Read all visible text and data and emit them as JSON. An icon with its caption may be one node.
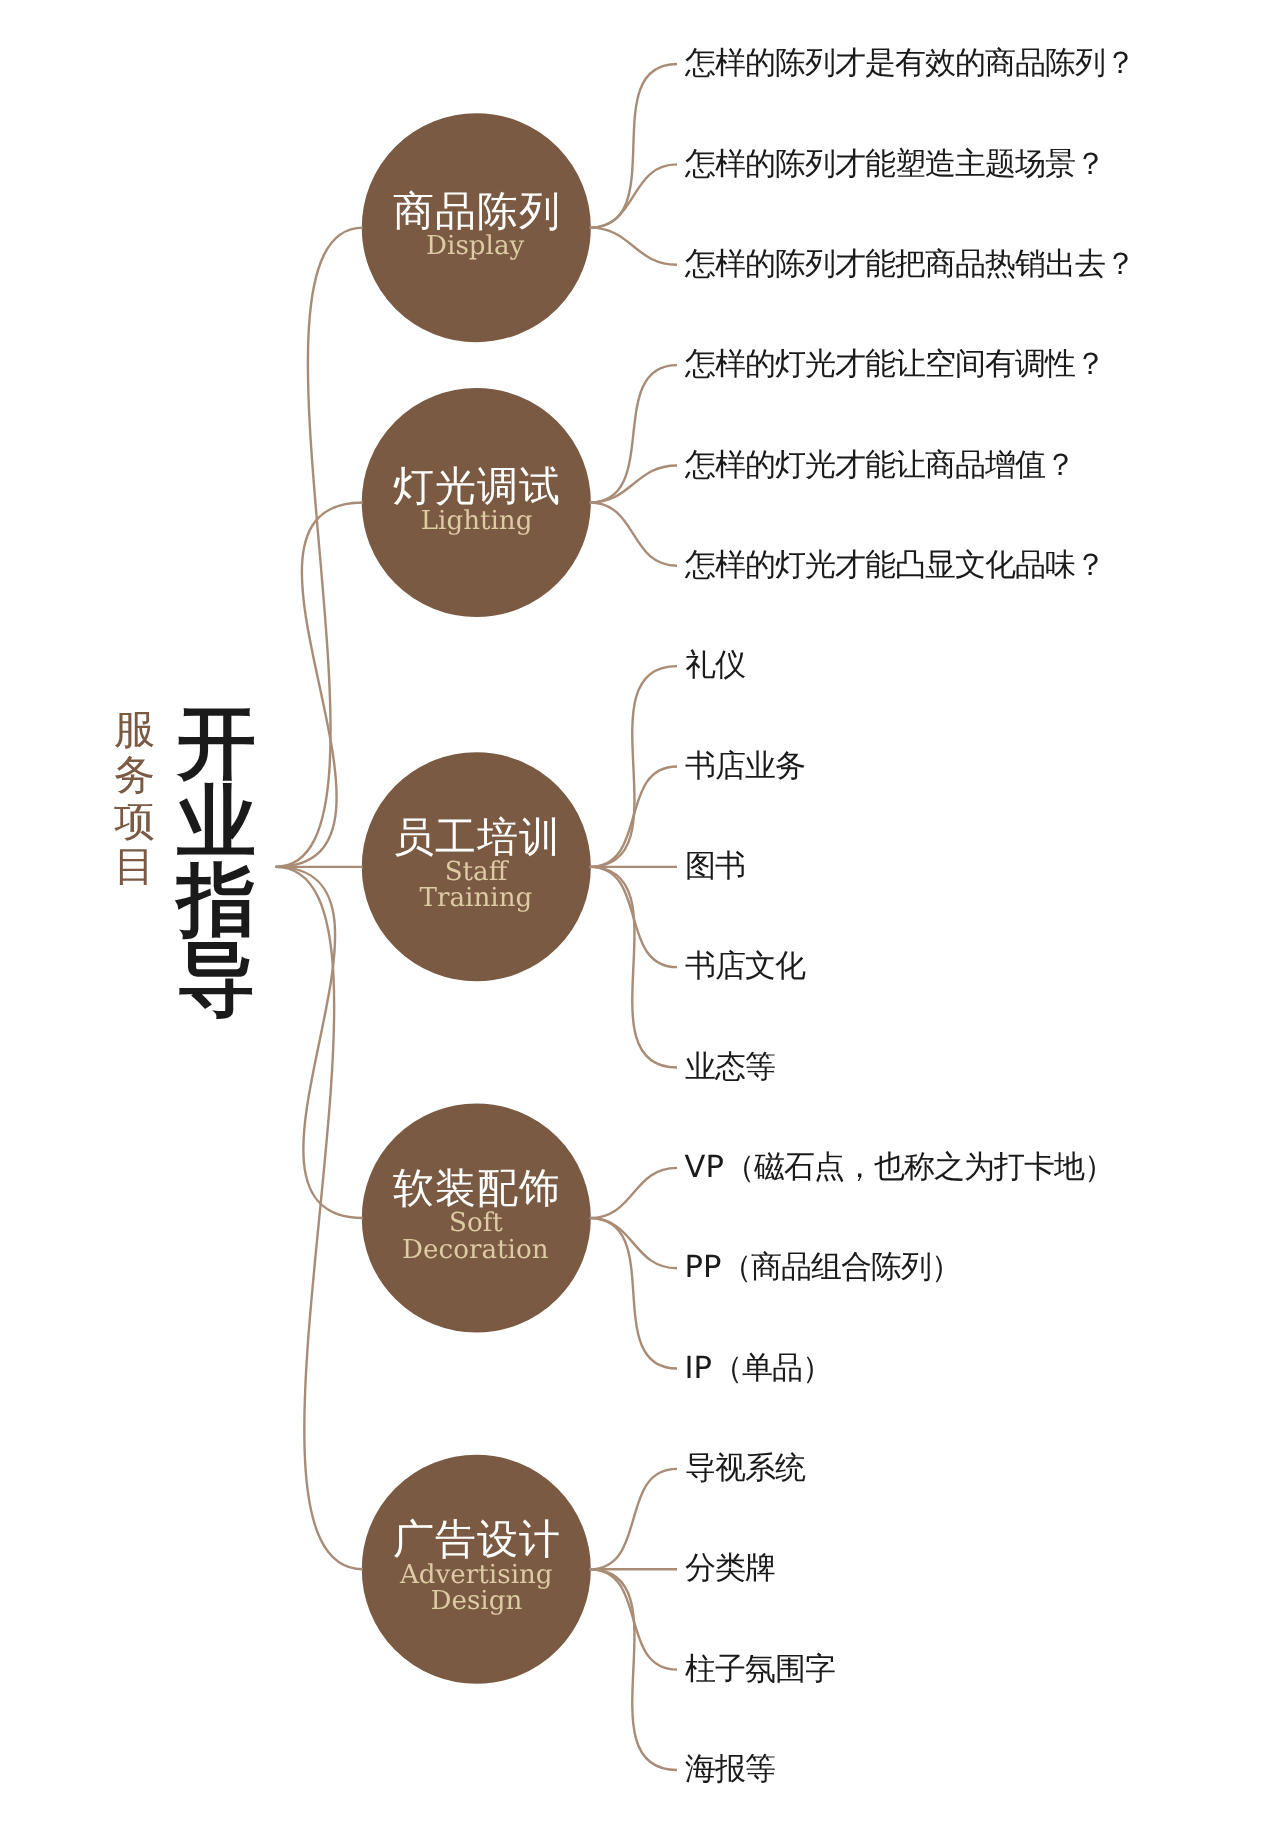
{
  "diagram": {
    "nodes": [
      {
        "text": [
          "开业指导"
        ],
        "beside": [
          "服务项目"
        ]
      },
      {
        "text": [
          "商品陈列",
          "Display"
        ]
      },
      {
        "text": [
          "怎样的陈列才是有效的商品陈列？"
        ]
      },
      {
        "text": [
          "怎样的陈列才能塑造主题场景？"
        ]
      },
      {
        "text": [
          "怎样的陈列才能把商品热销出去？"
        ]
      },
      {
        "text": [
          "灯光调试",
          "Lighting"
        ]
      },
      {
        "text": [
          "怎样的灯光才能让空间有调性？"
        ]
      },
      {
        "text": [
          "怎样的灯光才能让商品增值？"
        ]
      },
      {
        "text": [
          "怎样的灯光才能凸显文化品味？"
        ]
      },
      {
        "text": [
          "员工培训",
          "Staff Training"
        ]
      },
      {
        "text": [
          "礼仪"
        ]
      },
      {
        "text": [
          "书店业务"
        ]
      },
      {
        "text": [
          "图书"
        ]
      },
      {
        "text": [
          "书店文化"
        ]
      },
      {
        "text": [
          "业态等"
        ]
      },
      {
        "text": [
          "软装配饰",
          "Soft Decoration"
        ]
      },
      {
        "text": [
          "VP（磁石点，也称之为打卡地）"
        ]
      },
      {
        "text": [
          "PP（商品组合陈列）"
        ]
      },
      {
        "text": [
          "IP（单品）"
        ]
      },
      {
        "text": [
          "广告设计",
          "Advertising Design"
        ]
      },
      {
        "text": [
          "导视系统"
        ]
      },
      {
        "text": [
          "分类牌"
        ]
      },
      {
        "text": [
          "柱子氛围字"
        ]
      },
      {
        "text": [
          "海报等"
        ]
      }
    ],
    "edges": [
      {
        "from": 0,
        "to": 1,
        "arrow": "none"
      },
      {
        "from": 0,
        "to": 5,
        "arrow": "none"
      },
      {
        "from": 0,
        "to": 9,
        "arrow": "none"
      },
      {
        "from": 0,
        "to": 15,
        "arrow": "none"
      },
      {
        "from": 0,
        "to": 19,
        "arrow": "none"
      },
      {
        "from": 1,
        "to": 2,
        "arrow": "none"
      },
      {
        "from": 1,
        "to": 3,
        "arrow": "none"
      },
      {
        "from": 1,
        "to": 4,
        "arrow": "none"
      },
      {
        "from": 5,
        "to": 6,
        "arrow": "none"
      },
      {
        "from": 5,
        "to": 7,
        "arrow": "none"
      },
      {
        "from": 5,
        "to": 8,
        "arrow": "none"
      },
      {
        "from": 9,
        "to": 10,
        "arrow": "none"
      },
      {
        "from": 9,
        "to": 11,
        "arrow": "none"
      },
      {
        "from": 9,
        "to": 12,
        "arrow": "none"
      },
      {
        "from": 9,
        "to": 13,
        "arrow": "none"
      },
      {
        "from": 9,
        "to": 14,
        "arrow": "none"
      },
      {
        "from": 15,
        "to": 16,
        "arrow": "none"
      },
      {
        "from": 15,
        "to": 17,
        "arrow": "none"
      },
      {
        "from": 15,
        "to": 18,
        "arrow": "none"
      },
      {
        "from": 19,
        "to": 20,
        "arrow": "none"
      },
      {
        "from": 19,
        "to": 21,
        "arrow": "none"
      },
      {
        "from": 19,
        "to": 22,
        "arrow": "none"
      },
      {
        "from": 19,
        "to": 23,
        "arrow": "none"
      }
    ]
  }
}
